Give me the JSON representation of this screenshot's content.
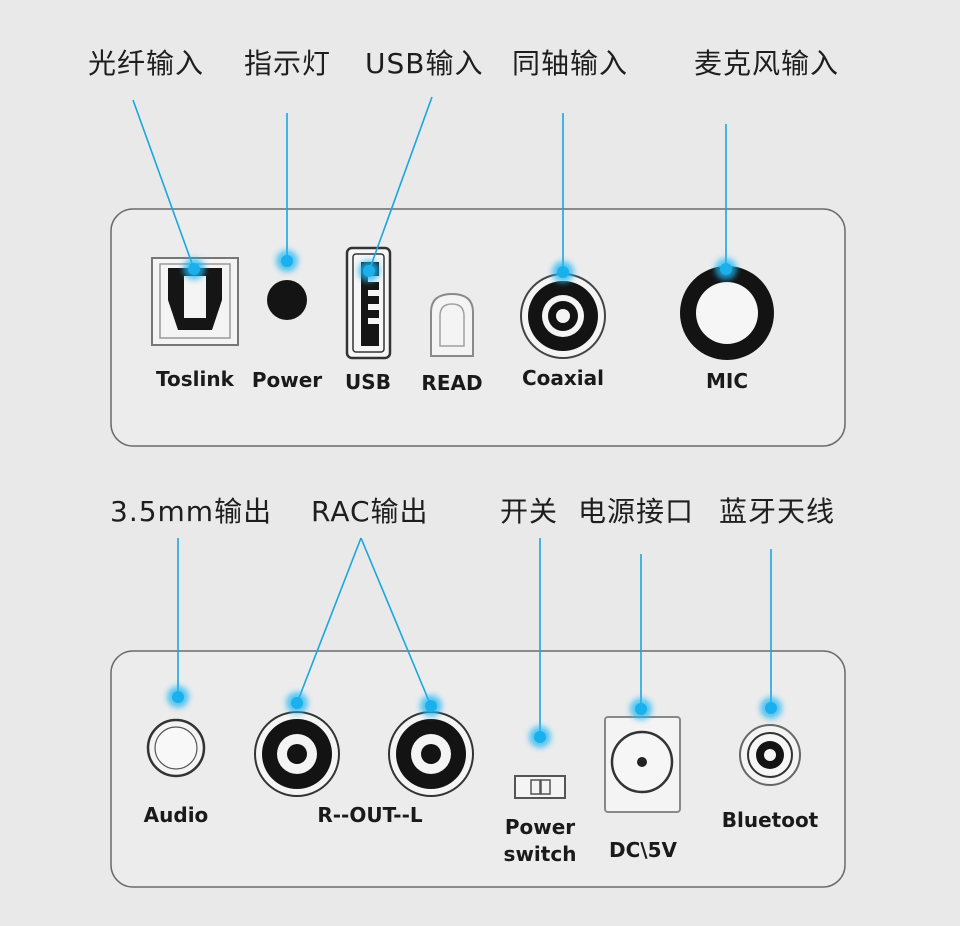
{
  "colors": {
    "background": "#e9e9ea",
    "leader": "#1aa6e0",
    "glow": "#22b7f2",
    "port": "#111111"
  },
  "top_callouts": {
    "optical": "光纤输入",
    "indicator": "指示灯",
    "usb": "USB输入",
    "coaxial": "同轴输入",
    "mic": "麦克风输入"
  },
  "top_panel": {
    "toslink": "Toslink",
    "power": "Power",
    "usb": "USB",
    "read": "READ",
    "coaxial": "Coaxial",
    "mic": "MIC"
  },
  "bottom_callouts": {
    "aux_out": "3.5mm输出",
    "rac_out": "RAC输出",
    "switch": "开关",
    "power_port": "电源接口",
    "bt_antenna": "蓝牙天线"
  },
  "bottom_panel": {
    "audio": "Audio",
    "rca": "R--OUT--L",
    "power_switch_line1": "Power",
    "power_switch_line2": "switch",
    "dc": "DC\\5V",
    "bluetooth": "Bluetoot"
  }
}
